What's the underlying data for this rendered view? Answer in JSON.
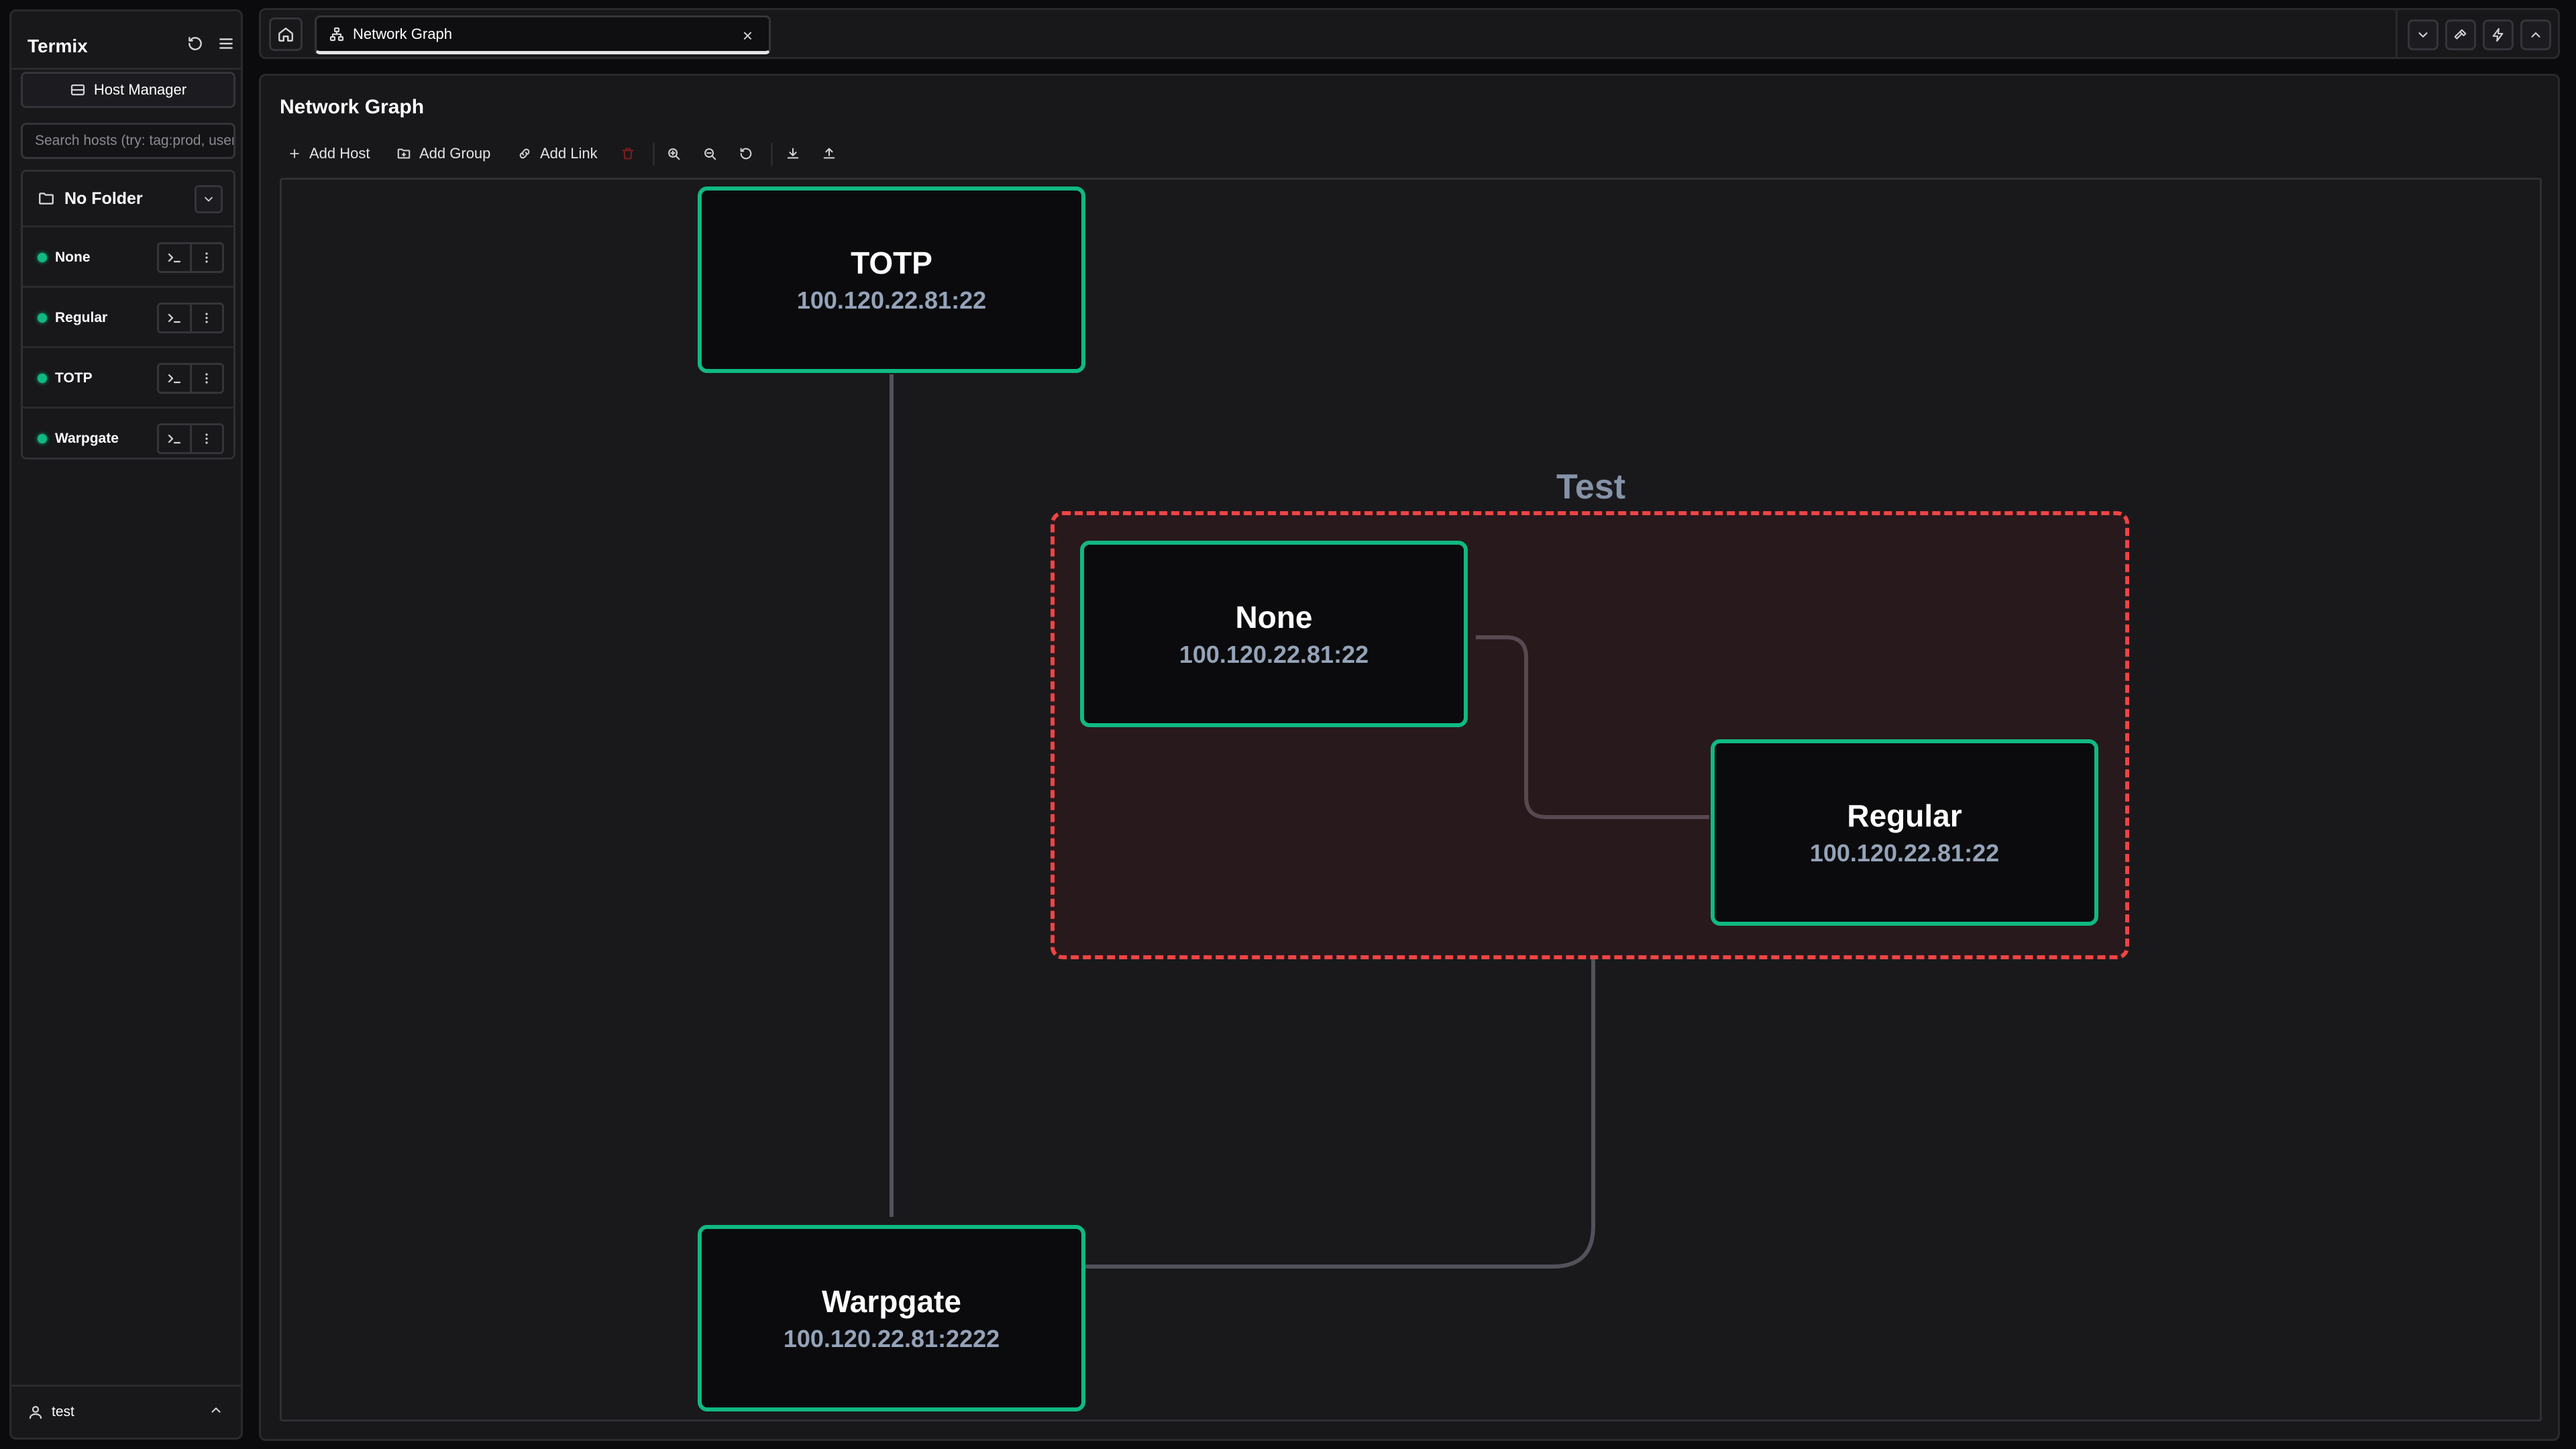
{
  "sidebar": {
    "app_name": "Termix",
    "host_manager_label": "Host Manager",
    "search_placeholder": "Search hosts (try: tag:prod, user:root)",
    "folder_name": "No Folder",
    "hosts": [
      {
        "name": "None",
        "status": "online"
      },
      {
        "name": "Regular",
        "status": "online"
      },
      {
        "name": "TOTP",
        "status": "online"
      },
      {
        "name": "Warpgate",
        "status": "online"
      }
    ],
    "user": "test"
  },
  "tabs": [
    {
      "label": "Network Graph",
      "active": true
    }
  ],
  "main": {
    "title": "Network Graph",
    "toolbar": {
      "add_host": "Add Host",
      "add_group": "Add Group",
      "add_link": "Add Link"
    }
  },
  "graph": {
    "group": {
      "name": "Test",
      "color": "#ef4444"
    },
    "nodes": [
      {
        "name": "TOTP",
        "address": "100.120.22.81:22",
        "group": null
      },
      {
        "name": "None",
        "address": "100.120.22.81:22",
        "group": "Test"
      },
      {
        "name": "Regular",
        "address": "100.120.22.81:22",
        "group": "Test"
      },
      {
        "name": "Warpgate",
        "address": "100.120.22.81:2222",
        "group": null
      }
    ],
    "edges": [
      {
        "from": "TOTP",
        "to": "Warpgate"
      },
      {
        "from": "None",
        "to": "Regular"
      },
      {
        "from": "Test",
        "to": "Warpgate"
      }
    ],
    "node_border_color": "#10b981",
    "edge_color": "#52525b"
  }
}
